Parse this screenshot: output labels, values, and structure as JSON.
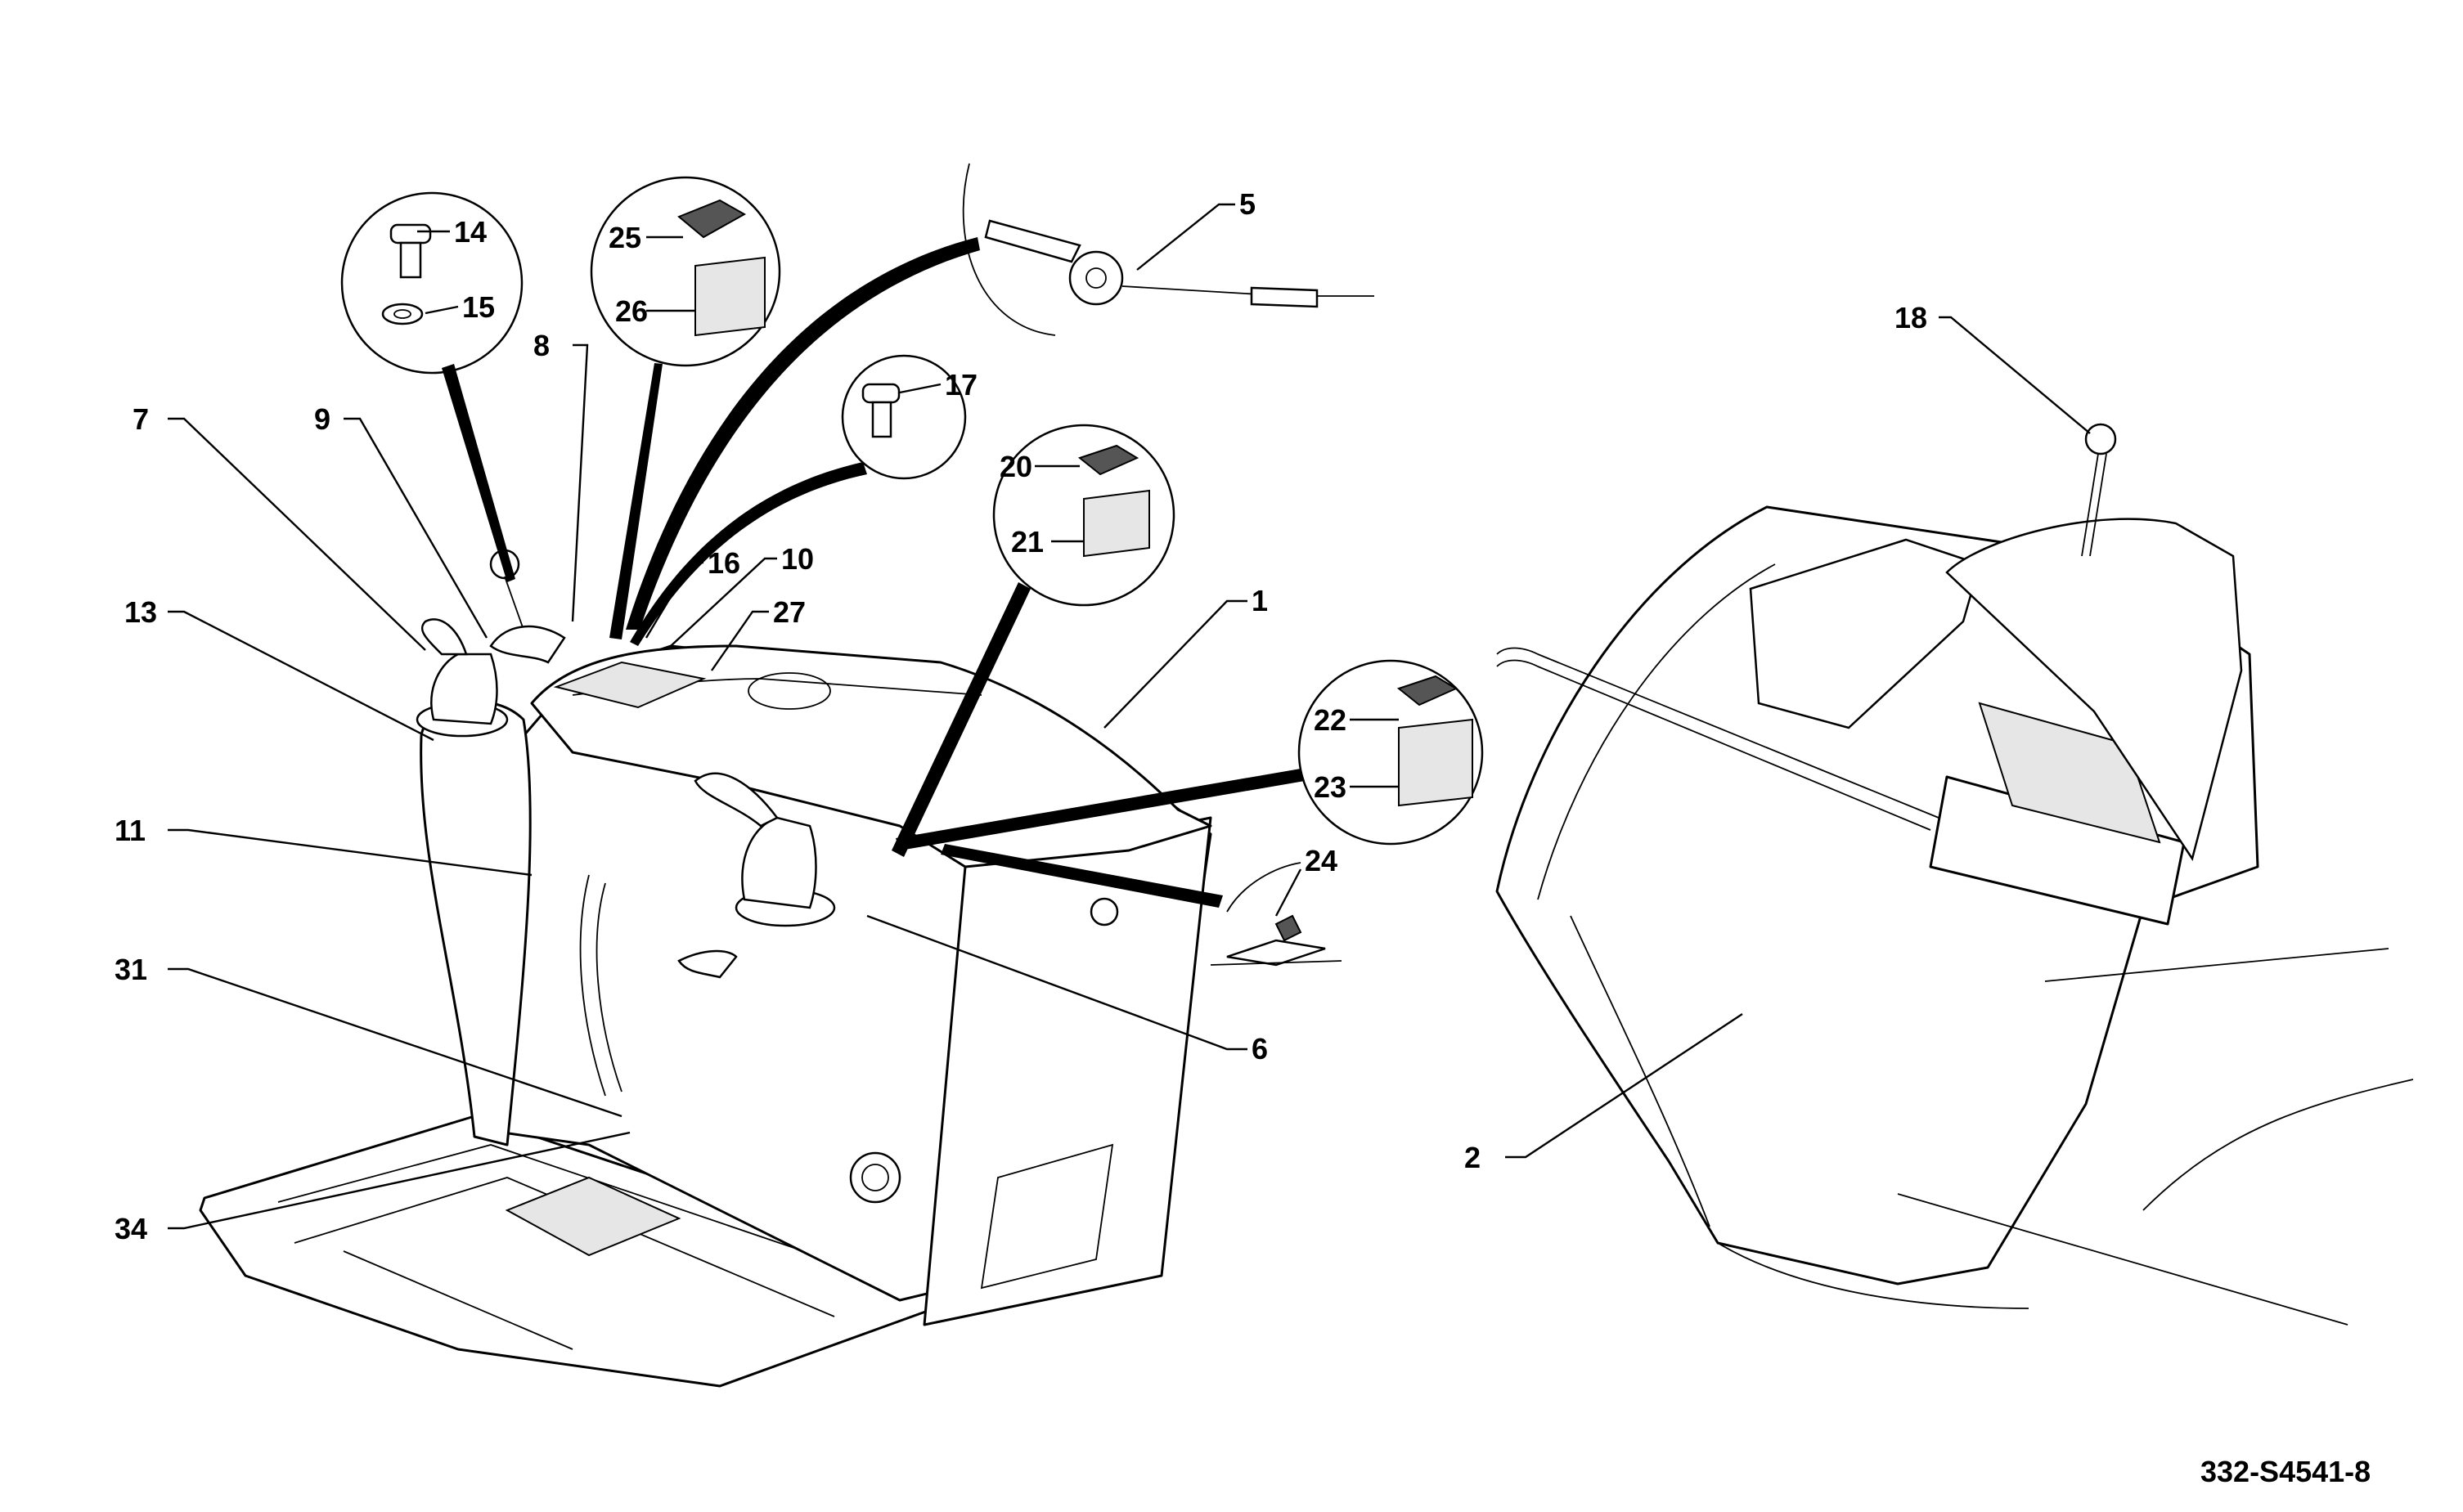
{
  "drawing": {
    "reference": "332-S4541-8",
    "callouts": [
      {
        "id": "c1",
        "label": "1"
      },
      {
        "id": "c2",
        "label": "2"
      },
      {
        "id": "c5",
        "label": "5"
      },
      {
        "id": "c6",
        "label": "6"
      },
      {
        "id": "c7",
        "label": "7"
      },
      {
        "id": "c8",
        "label": "8"
      },
      {
        "id": "c9",
        "label": "9"
      },
      {
        "id": "c10",
        "label": "10"
      },
      {
        "id": "c11",
        "label": "11"
      },
      {
        "id": "c13",
        "label": "13"
      },
      {
        "id": "c14",
        "label": "14"
      },
      {
        "id": "c15",
        "label": "15"
      },
      {
        "id": "c16",
        "label": "16"
      },
      {
        "id": "c17",
        "label": "17"
      },
      {
        "id": "c18",
        "label": "18"
      },
      {
        "id": "c20",
        "label": "20"
      },
      {
        "id": "c21",
        "label": "21"
      },
      {
        "id": "c22",
        "label": "22"
      },
      {
        "id": "c23",
        "label": "23"
      },
      {
        "id": "c24",
        "label": "24"
      },
      {
        "id": "c25",
        "label": "25"
      },
      {
        "id": "c26",
        "label": "26"
      },
      {
        "id": "c27",
        "label": "27"
      },
      {
        "id": "c31",
        "label": "31"
      },
      {
        "id": "c34",
        "label": "34"
      }
    ]
  }
}
